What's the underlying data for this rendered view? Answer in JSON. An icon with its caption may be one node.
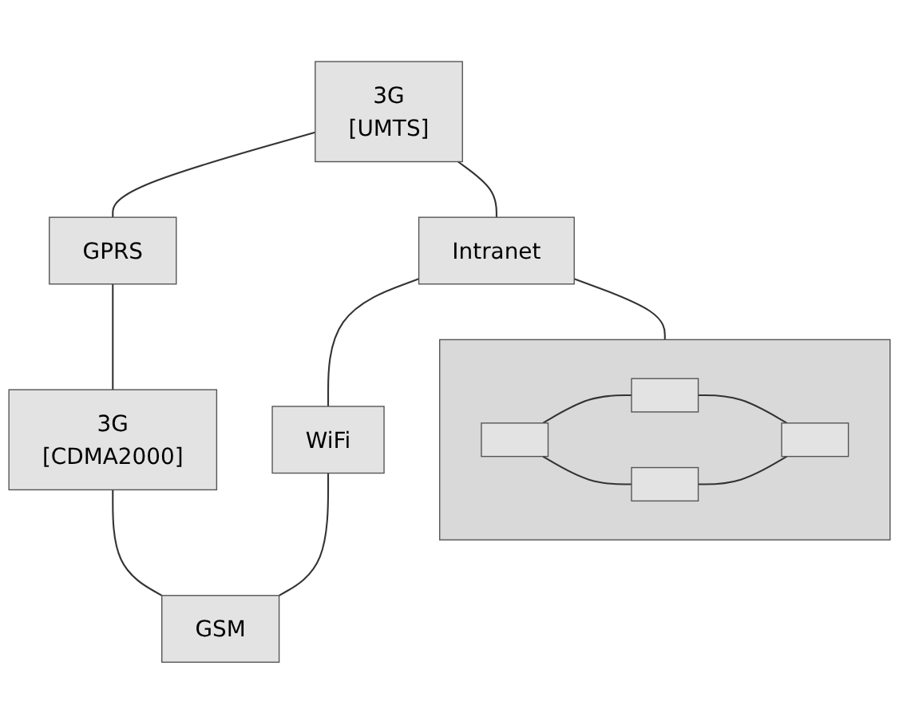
{
  "diagram": {
    "nodes": [
      {
        "text": [
          "3G",
          "[UMTS]"
        ]
      },
      {
        "text": [
          "GPRS"
        ]
      },
      {
        "text": [
          "3G",
          "[CDMA2000]"
        ]
      },
      {
        "text": [
          "Intranet"
        ]
      },
      {
        "text": [
          "WiFi"
        ]
      },
      {
        "text": [
          "GSM"
        ]
      },
      {
        "text": [],
        "shape": "box"
      },
      {
        "text": [],
        "shape": "box",
        "in": 6
      },
      {
        "text": [],
        "shape": "box",
        "in": 6
      },
      {
        "text": [],
        "shape": "box",
        "in": 6
      },
      {
        "text": [],
        "shape": "box",
        "in": 6
      }
    ],
    "edges": [
      {
        "from": 0,
        "to": 1,
        "arrow": "none"
      },
      {
        "from": 1,
        "to": 2,
        "arrow": "none"
      },
      {
        "from": 0,
        "to": 3,
        "arrow": "none"
      },
      {
        "from": 2,
        "to": 5,
        "arrow": "none"
      },
      {
        "from": 3,
        "to": 4,
        "arrow": "none"
      },
      {
        "from": 4,
        "to": 5,
        "arrow": "none"
      },
      {
        "from": 3,
        "to": 6,
        "arrow": "none"
      },
      {
        "from": 7,
        "to": 8,
        "arrow": "none"
      },
      {
        "from": 7,
        "to": 9,
        "arrow": "none"
      },
      {
        "from": 8,
        "to": 10,
        "arrow": "none"
      },
      {
        "from": 9,
        "to": 10,
        "arrow": "none"
      }
    ]
  }
}
